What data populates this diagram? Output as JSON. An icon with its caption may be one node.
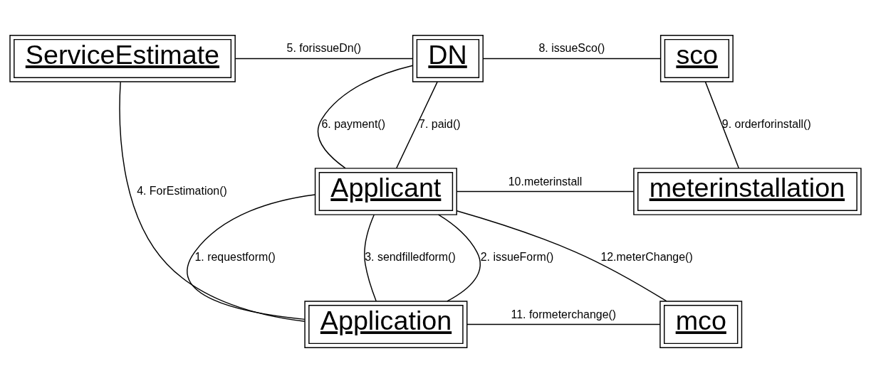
{
  "diagram": {
    "nodes": [
      {
        "text": [
          "ServiceEstimate"
        ]
      },
      {
        "text": [
          "DN"
        ]
      },
      {
        "text": [
          "sco"
        ]
      },
      {
        "text": [
          "Applicant"
        ]
      },
      {
        "text": [
          "meterinstallation"
        ]
      },
      {
        "text": [
          "Application"
        ]
      },
      {
        "text": [
          "mco"
        ]
      }
    ],
    "edges": [
      {
        "from": 0,
        "to": 1,
        "arrow": "none",
        "label": "5. forissueDn()"
      },
      {
        "from": 1,
        "to": 2,
        "arrow": "none",
        "label": "8. issueSco()"
      },
      {
        "from": 1,
        "to": 3,
        "arrow": "none",
        "label": "6. payment()"
      },
      {
        "from": 3,
        "to": 1,
        "arrow": "none",
        "label": "7. paid()"
      },
      {
        "from": 2,
        "to": 4,
        "arrow": "none",
        "label": "9. orderforinstall()"
      },
      {
        "from": 4,
        "to": 3,
        "arrow": "none",
        "label": "10.meterinstall"
      },
      {
        "from": 5,
        "to": 0,
        "arrow": "none",
        "label": "4. ForEstimation()"
      },
      {
        "from": 3,
        "to": 5,
        "arrow": "none",
        "label": "1. requestform()"
      },
      {
        "from": 5,
        "to": 3,
        "arrow": "none",
        "label": "2. issueForm()"
      },
      {
        "from": 3,
        "to": 5,
        "arrow": "none",
        "label": "3. sendfilledform()"
      },
      {
        "from": 3,
        "to": 6,
        "arrow": "none",
        "label": "12.meterChange()"
      },
      {
        "from": 5,
        "to": 6,
        "arrow": "none",
        "label": "11. formeterchange()"
      }
    ]
  }
}
